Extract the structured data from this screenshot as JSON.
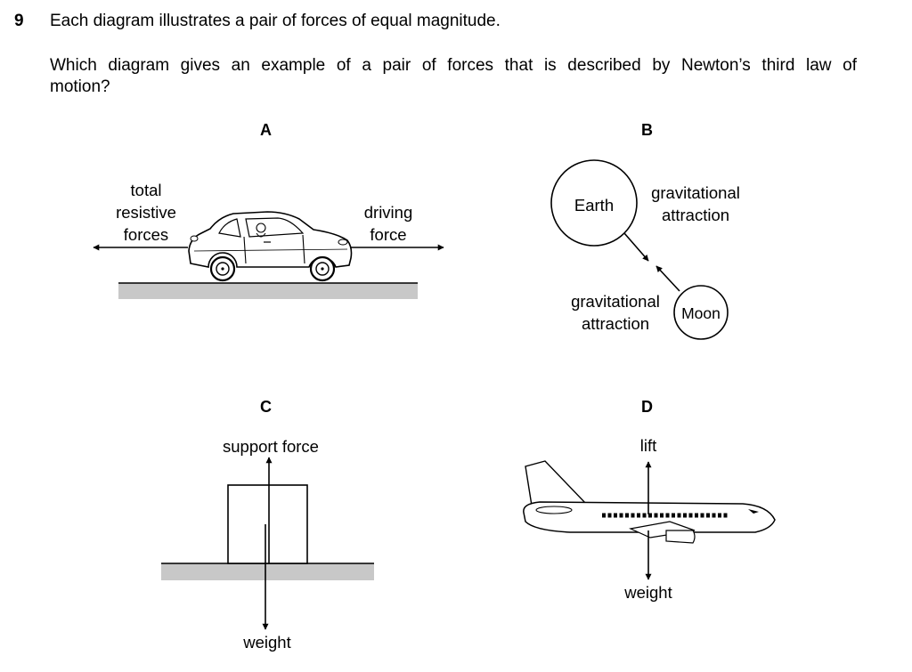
{
  "question": {
    "number": "9",
    "intro": "Each diagram illustrates a pair of forces of equal magnitude.",
    "stem_line1": "Which diagram gives an example of a pair of forces that is described by Newton’s third law of",
    "stem_line2": "motion?"
  },
  "diagrams": {
    "a": {
      "letter": "A",
      "left_label_1": "total",
      "left_label_2": "resistive",
      "left_label_3": "forces",
      "right_label_1": "driving",
      "right_label_2": "force"
    },
    "b": {
      "letter": "B",
      "earth": "Earth",
      "moon": "Moon",
      "upper_label_1": "gravitational",
      "upper_label_2": "attraction",
      "lower_label_1": "gravitational",
      "lower_label_2": "attraction"
    },
    "c": {
      "letter": "C",
      "top_label": "support force",
      "bottom_label": "weight"
    },
    "d": {
      "letter": "D",
      "top_label": "lift",
      "bottom_label": "weight"
    }
  }
}
